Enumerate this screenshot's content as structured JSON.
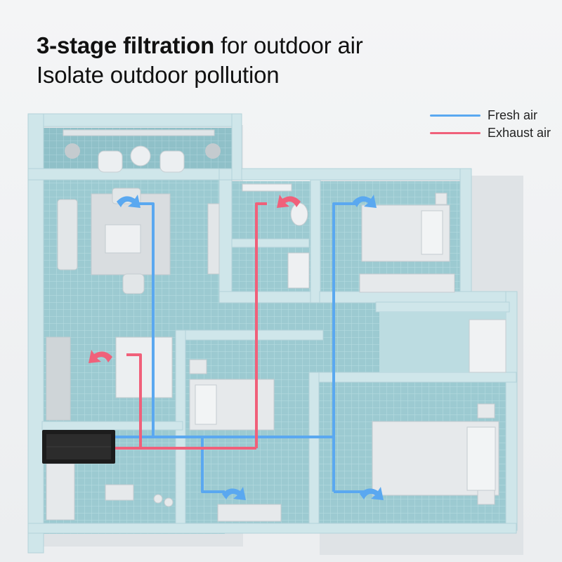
{
  "header": {
    "title_bold": "3-stage filtration",
    "title_rest": " for outdoor air",
    "subtitle": "Isolate outdoor pollution"
  },
  "legend": [
    {
      "label": "Fresh air",
      "color": "#5aa8f0"
    },
    {
      "label": "Exhaust air",
      "color": "#f0607a"
    }
  ],
  "colors": {
    "fresh": "#5aa8f0",
    "exhaust": "#f0607a",
    "wall": "#cfe6ea",
    "floor": "#9dcbd2",
    "furniture": "#e2e6e8",
    "unit": "#1c1c1c"
  }
}
